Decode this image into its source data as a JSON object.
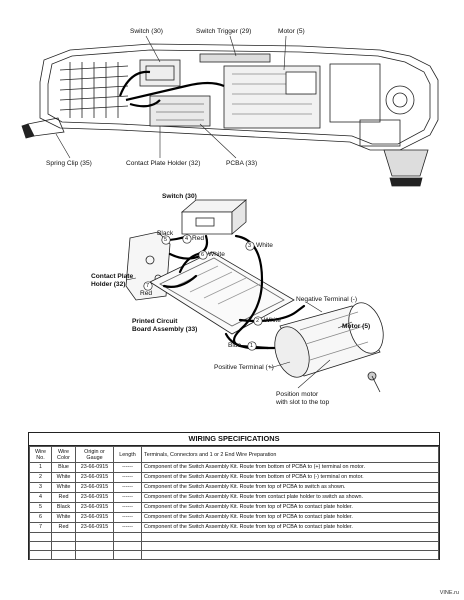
{
  "top_labels": {
    "switch": "Switch (30)",
    "switch_trigger": "Switch Trigger (29)",
    "motor": "Motor (5)",
    "spring_clip": "Spring Clip (35)",
    "contact_plate_holder": "Contact Plate Holder (32)",
    "pcba": "PCBA (33)"
  },
  "wiring_labels": {
    "switch": "Switch (30)",
    "contact_plate_holder_line1": "Contact Plate",
    "contact_plate_holder_line2": "Holder (32)",
    "pcb_line1": "Printed Circuit",
    "pcb_line2": "Board Assembly (33)",
    "motor": "Motor (5)",
    "negative_terminal": "Negative Terminal (-)",
    "positive_terminal": "Positive Terminal (+)",
    "position_note_line1": "Position motor",
    "position_note_line2": "with slot to the top",
    "wire1": "Blue",
    "wire2": "White",
    "wire3": "White",
    "wire4": "Red",
    "wire5": "Black",
    "wire6": "White",
    "wire7": "Red",
    "num1": "1",
    "num2": "2",
    "num3": "3",
    "num4": "4",
    "num5": "5",
    "num6": "6",
    "num7": "7"
  },
  "specs": {
    "title": "WIRING SPECIFICATIONS",
    "headers": [
      "Wire No.",
      "Wire Color",
      "Origin or Gauge",
      "Length",
      "Terminals, Connectors and 1 or 2 End Wire Preparation"
    ],
    "rows": [
      {
        "no": "1",
        "color": "Blue",
        "gauge": "23-66-0915",
        "length": "------",
        "desc": "Component of the Switch Assembly Kit. Route from bottom of PCBA to (+) terminal on motor."
      },
      {
        "no": "2",
        "color": "White",
        "gauge": "23-66-0915",
        "length": "------",
        "desc": "Component of the Switch Assembly Kit. Route from bottom of PCBA to (-) terminal on motor."
      },
      {
        "no": "3",
        "color": "White",
        "gauge": "23-66-0915",
        "length": "------",
        "desc": "Component of the Switch Assembly Kit. Route from top of PCBA to switch as shown."
      },
      {
        "no": "4",
        "color": "Red",
        "gauge": "23-66-0915",
        "length": "------",
        "desc": "Component of the Switch Assembly Kit. Route from contact plate holder to switch as shown."
      },
      {
        "no": "5",
        "color": "Black",
        "gauge": "23-66-0915",
        "length": "------",
        "desc": "Component of the Switch Assembly Kit. Route from top of PCBA to contact plate holder."
      },
      {
        "no": "6",
        "color": "White",
        "gauge": "23-66-0915",
        "length": "------",
        "desc": "Component of the Switch Assembly Kit. Route from top of PCBA to contact plate holder."
      },
      {
        "no": "7",
        "color": "Red",
        "gauge": "23-66-0915",
        "length": "------",
        "desc": "Component of the Switch Assembly Kit. Route from top of PCBA to contact plate holder."
      }
    ]
  },
  "watermark": "VINE.ru"
}
